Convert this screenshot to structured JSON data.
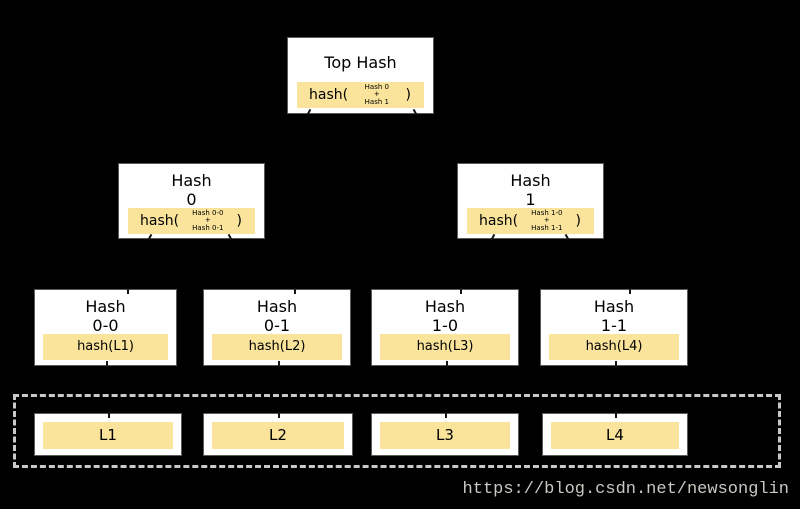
{
  "page": {
    "background": "#000000"
  },
  "colors": {
    "node_fill": "#ffffff",
    "node_border": "#5a5a5a",
    "highlight_fill": "#fae49c",
    "dashed_border": "#c9c9c9",
    "watermark_color": "#c9c9c2",
    "text": "#000000"
  },
  "nodes": {
    "top": {
      "title": "Top Hash",
      "hash_prefix": "hash(",
      "hash_arg1": "Hash 0",
      "hash_op": "+",
      "hash_arg2": "Hash 1",
      "hash_suffix": ")"
    },
    "hash0": {
      "title_line1": "Hash",
      "title_line2": "0",
      "hash_prefix": "hash(",
      "hash_arg1": "Hash 0-0",
      "hash_op": "+",
      "hash_arg2": "Hash 0-1",
      "hash_suffix": ")"
    },
    "hash1": {
      "title_line1": "Hash",
      "title_line2": "1",
      "hash_prefix": "hash(",
      "hash_arg1": "Hash 1-0",
      "hash_op": "+",
      "hash_arg2": "Hash 1-1",
      "hash_suffix": ")"
    },
    "hash00": {
      "title_line1": "Hash",
      "title_line2": "0-0",
      "formula": "hash(L1)"
    },
    "hash01": {
      "title_line1": "Hash",
      "title_line2": "0-1",
      "formula": "hash(L2)"
    },
    "hash10": {
      "title_line1": "Hash",
      "title_line2": "1-0",
      "formula": "hash(L3)"
    },
    "hash11": {
      "title_line1": "Hash",
      "title_line2": "1-1",
      "formula": "hash(L4)"
    }
  },
  "data_blocks": [
    {
      "label": "L1"
    },
    {
      "label": "L2"
    },
    {
      "label": "L3"
    },
    {
      "label": "L4"
    }
  ],
  "watermark": {
    "text": "https://blog.csdn.net/newsonglin"
  }
}
